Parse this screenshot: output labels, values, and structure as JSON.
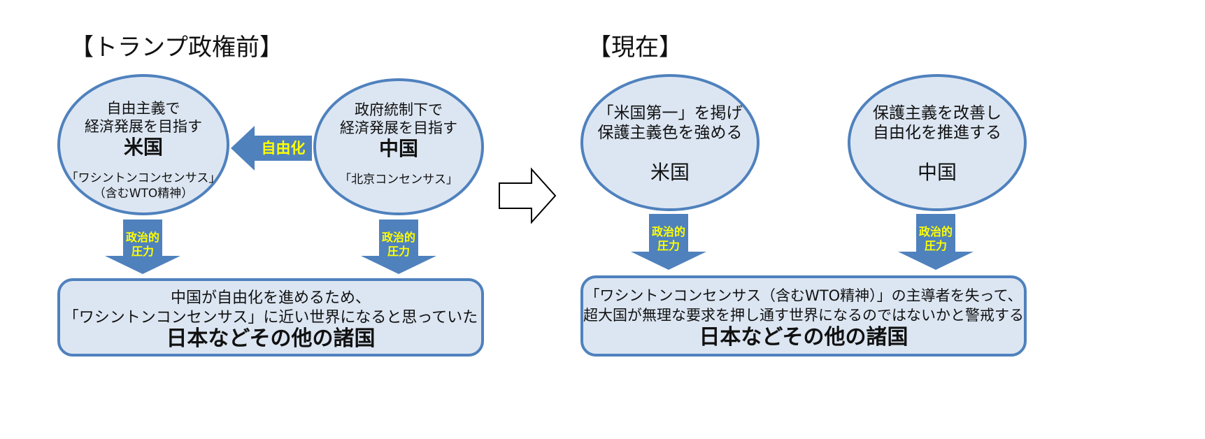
{
  "left": {
    "heading": "【トランプ政権前】",
    "us": {
      "line1": "自由主義で",
      "line2": "経済発展を目指す",
      "name": "米国",
      "consensus": "「ワシントンコンセンサス」",
      "note": "（含むWTO精神）"
    },
    "cn": {
      "line1": "政府統制下で",
      "line2": "経済発展を目指す",
      "name": "中国",
      "consensus": "「北京コンセンサス」"
    },
    "liberalize": "自由化",
    "pressure1": "政治的",
    "pressure2": "圧力",
    "box": {
      "line1": "中国が自由化を進めるため、",
      "line2": "「ワシントンコンセンサス」に近い世界になると思っていた",
      "line3": "日本などその他の諸国"
    }
  },
  "right": {
    "heading": "【現在】",
    "us": {
      "line1": "「米国第一」を掲げ",
      "line2": "保護主義色を強める",
      "name": "米国"
    },
    "cn": {
      "line1": "保護主義を改善し",
      "line2": "自由化を推進する",
      "name": "中国"
    },
    "pressure1": "政治的",
    "pressure2": "圧力",
    "box": {
      "line1": "「ワシントンコンセンサス（含むWTO精神）」の主導者を失って、",
      "line2": "超大国が無理な要求を押し通す世界になるのではないかと警戒する",
      "line3": "日本などその他の諸国"
    }
  },
  "colors": {
    "border": "#4f81bd",
    "fill": "#dce6f2",
    "arrow": "#4f81bd",
    "arrow_text": "#ffff00"
  }
}
